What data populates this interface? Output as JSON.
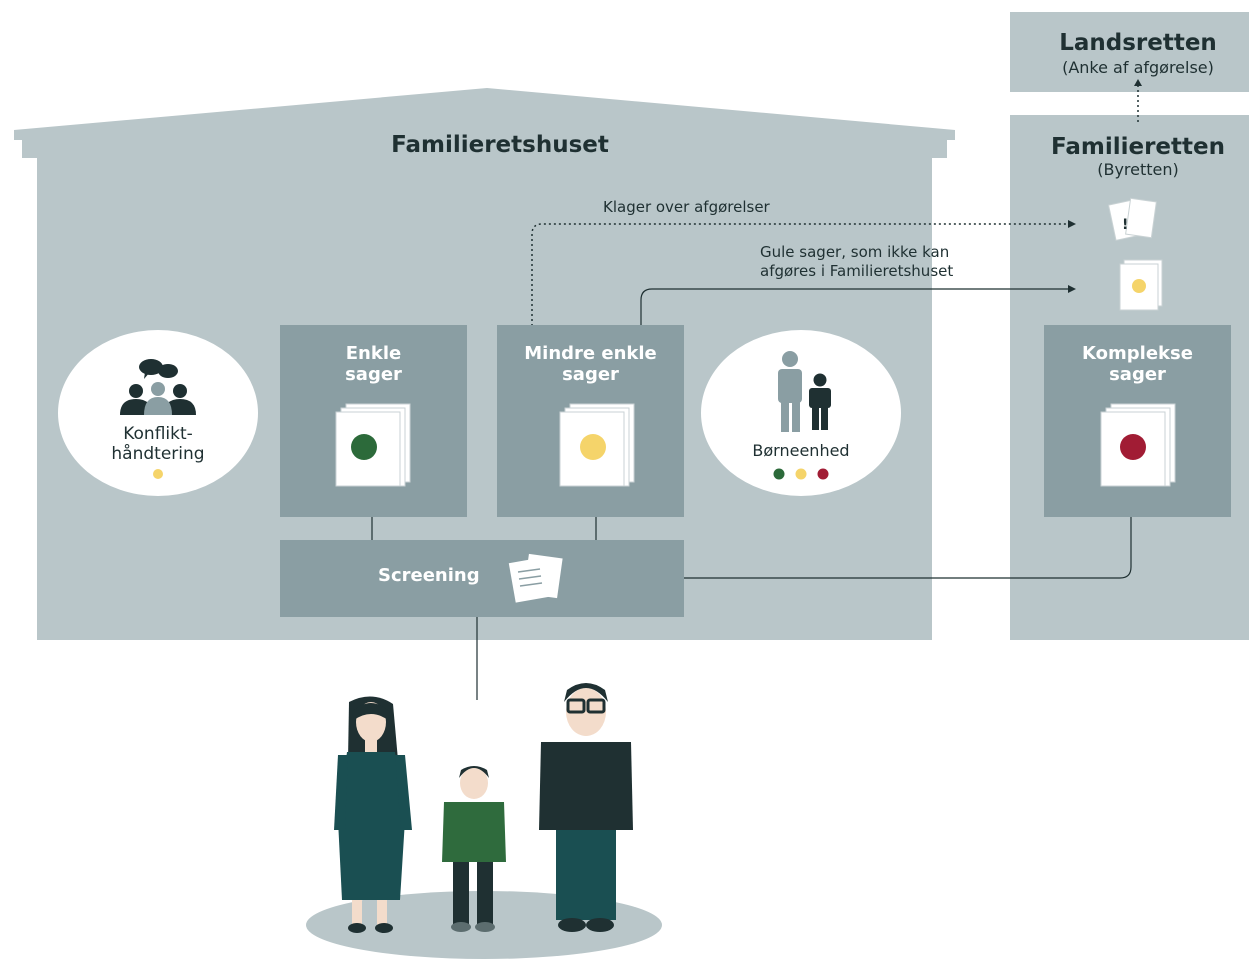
{
  "familieretshuset": {
    "title": "Familieretshuset"
  },
  "familieretten": {
    "title": "Familieretten",
    "subtitle": "(Byretten)"
  },
  "landsretten": {
    "title": "Landsretten",
    "subtitle": "(Anke af afgørelse)"
  },
  "boxes": {
    "enkle": {
      "label_line1": "Enkle",
      "label_line2": "sager",
      "dot_color": "#2c6a3a"
    },
    "mindre": {
      "label_line1": "Mindre enkle",
      "label_line2": "sager",
      "dot_color": "#f5d46a"
    },
    "komplekse": {
      "label_line1": "Komplekse",
      "label_line2": "sager",
      "dot_color": "#a11c34"
    },
    "screening": {
      "label": "Screening"
    }
  },
  "circles": {
    "konflikt": {
      "label_line1": "Konflikt-",
      "label_line2": "håndtering"
    },
    "borneenhed": {
      "label": "Børneenhed"
    }
  },
  "annotations": {
    "klager": "Klager over afgørelser",
    "gule_line1": "Gule sager, som ikke kan",
    "gule_line2": "afgøres i Familieretshuset"
  },
  "colors": {
    "building": "#b9c6c9",
    "box": "#8a9ea3",
    "green": "#2c6a3a",
    "yellow": "#f5d46a",
    "red": "#a11c34",
    "text": "#1f3032"
  }
}
